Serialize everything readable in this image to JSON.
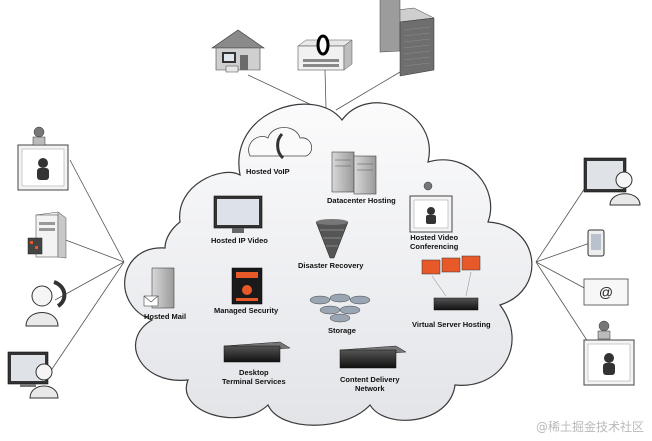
{
  "services": {
    "hosted_voip": "Hosted VoIP",
    "datacenter_hosting": "Datacenter Hosting",
    "hosted_ip_video": "Hosted IP Video",
    "hosted_video_conferencing": "Hosted Video\nConferencing",
    "disaster_recovery": "Disaster Recovery",
    "hosted_mail": "Hosted Mail",
    "managed_security": "Managed Security",
    "storage": "Storage",
    "virtual_server_hosting": "Virtual Server Hosting",
    "desktop_terminal_services": "Desktop\nTerminal Services",
    "content_delivery_network": "Content Delivery\nNetwork"
  },
  "email_glyph": "@",
  "watermark": "@稀土掘金技术社区",
  "colors": {
    "cloud_fill": "#f0f1f3",
    "cloud_stroke": "#3a3a3a",
    "connector": "#555555",
    "accent_orange": "#e8592a"
  }
}
